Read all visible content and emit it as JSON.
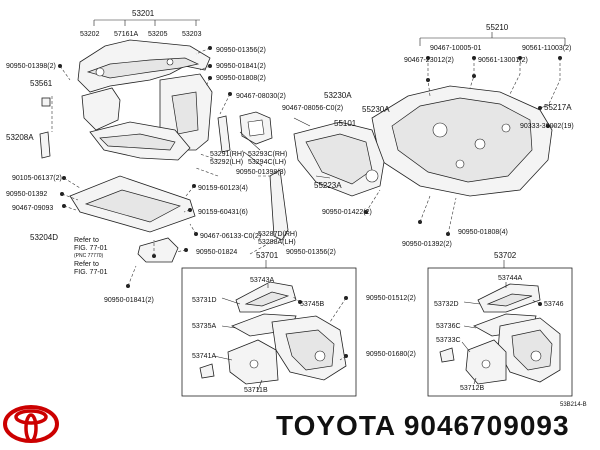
{
  "labels": {
    "l53201": "53201",
    "l53202": "53202",
    "l57161A": "57161A",
    "l53205": "53205",
    "l53203": "53203",
    "l55210": "55210",
    "l90950_01356": "90950-01356(2)",
    "l90950_01398": "90950-01398(2)",
    "l90950_01841a": "90950-01841(2)",
    "l90950_01808a": "90950-01808(2)",
    "l53561": "53561",
    "l90467_08030": "90467-08030(2)",
    "l90467_08056": "90467-08056-C0(2)",
    "l90467_10005": "90467-10005-01",
    "l90561_11003": "90561-11003(2)",
    "l90467_23012": "90467-23012(2)",
    "l90561_13001": "90561-13001(2)",
    "l53208A": "53208A",
    "l53230A": "53230A",
    "l55230A": "55230A",
    "l55101": "55101",
    "l55217A": "55217A",
    "l90333_30002": "90333-30002(19)",
    "l53291": "53291(RH)",
    "l53293C": "53293C(RH)",
    "l53292": "53292(LH)",
    "l53294C": "53294C(LH)",
    "l90105_06137": "90105-06137(2)",
    "l90950_01398b": "90950-01398(3)",
    "l90159_60123": "90159-60123(4)",
    "l55223A": "55223A",
    "l90950_01392": "90950-01392",
    "l90467_09093": "90467-09093",
    "l90159_60431": "90159-60431(6)",
    "l90950_01422": "90950-01422(2)",
    "l90950_01808b": "90950-01808(4)",
    "l53204D": "53204D",
    "l90467_06133": "90467-06133-C0(2)",
    "l53287D": "53287D(RH)",
    "l53288A": "53288A(LH)",
    "l90950_01392b": "90950-01392(2)",
    "l90950_01824": "90950-01824",
    "l90950_01356b": "90950-01356(2)",
    "refer1a": "Refer to",
    "refer1b": "FIG. 77-01",
    "refer1c": "(PNC 77770)",
    "refer2a": "Refer to",
    "refer2b": "FIG. 77-01",
    "l90950_01841b": "90950-01841(2)",
    "l53701": "53701",
    "l53702": "53702",
    "l53743A": "53743A",
    "l53744A": "53744A",
    "l53731D": "53731D",
    "l53745B": "53745B",
    "l90950_01512": "90950-01512(2)",
    "l53732D": "53732D",
    "l53746": "53746",
    "l53735A": "53735A",
    "l53736C": "53736C",
    "l53733C": "53733C",
    "l53741A": "53741A",
    "l90950_01680": "90950-01680(2)",
    "l53711B": "53711B",
    "l53712B": "53712B",
    "figcode": "53B214-B"
  },
  "brand": {
    "text": "TOYOTA 9046709093",
    "logo_color": "#cc0000"
  }
}
